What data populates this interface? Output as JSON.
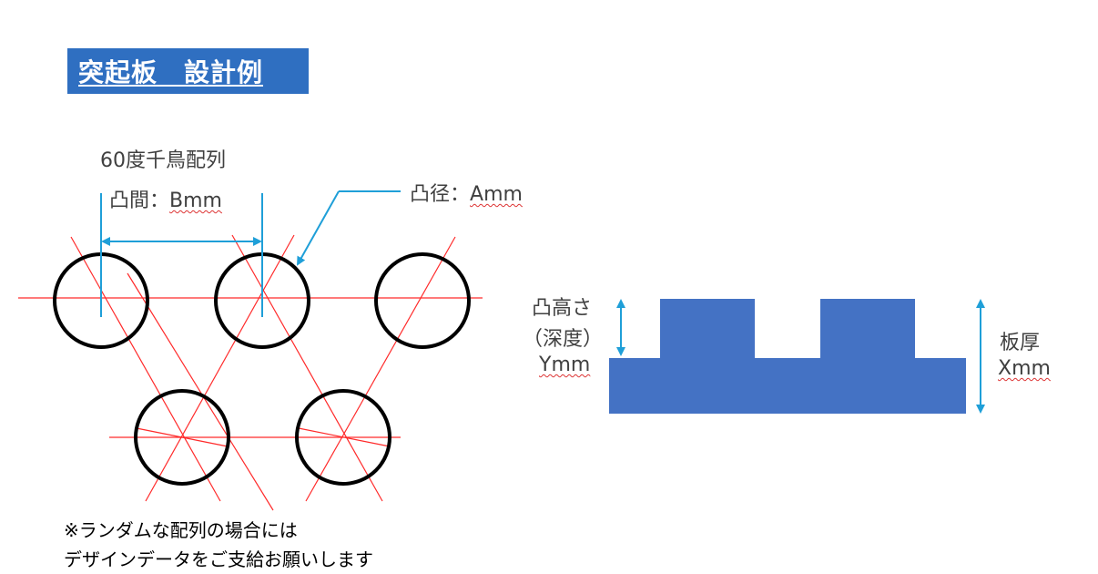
{
  "title": "突起板　設計例",
  "left_diagram": {
    "pattern_label": "60度千鳥配列",
    "pitch_label_prefix": "凸間：",
    "pitch_label_value": "Bmm",
    "diameter_label_prefix": "凸径：",
    "diameter_label_value": "Amm"
  },
  "right_diagram": {
    "height_label_line1": "凸高さ",
    "height_label_line2": "（深度）",
    "height_label_value": "Ymm",
    "thickness_label_line1": "板厚",
    "thickness_label_value": "Xmm"
  },
  "note": {
    "line1": "※ランダムな配列の場合には",
    "line2": "デザインデータをご支給お願いします"
  },
  "colors": {
    "title_bg": "#2f6fc1",
    "plate_fill": "#4472c4",
    "dimension_line": "#1f9fd8",
    "guide_line": "#ff2a2a",
    "circle_stroke": "#000000"
  }
}
